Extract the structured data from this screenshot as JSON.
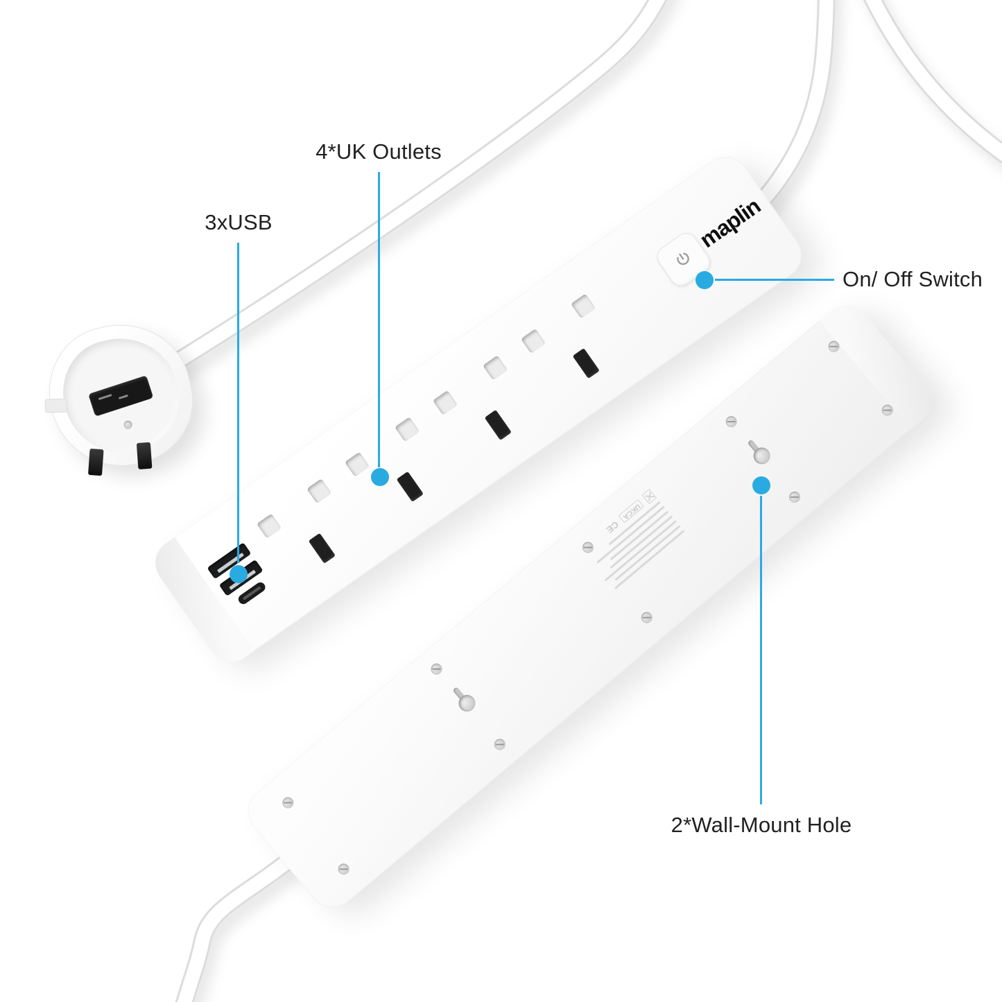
{
  "colors": {
    "accent": "#29abe2",
    "label_text": "#212121"
  },
  "brand": {
    "logo": "maplin"
  },
  "callouts": {
    "outlets": "4*UK Outlets",
    "usb": "3xUSB",
    "switch": "On/ Off Switch",
    "wallmount": "2*Wall-Mount Hole"
  },
  "back_label": {
    "marks": [
      "UKCA",
      "CE"
    ]
  }
}
